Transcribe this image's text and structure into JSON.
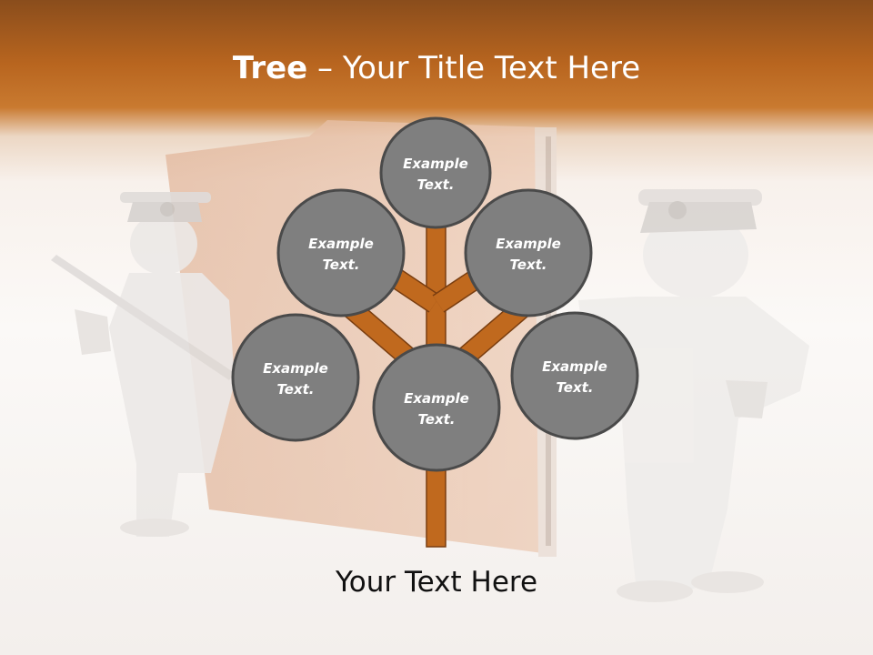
{
  "title": {
    "bold": "Tree",
    "dash": "–",
    "rest": "Your Title Text Here"
  },
  "nodes": [
    {
      "id": "top",
      "line1": "Example",
      "line2": "Text."
    },
    {
      "id": "upper-left",
      "line1": "Example",
      "line2": "Text."
    },
    {
      "id": "upper-right",
      "line1": "Example",
      "line2": "Text."
    },
    {
      "id": "lower-left",
      "line1": "Example",
      "line2": "Text."
    },
    {
      "id": "center",
      "line1": "Example",
      "line2": "Text."
    },
    {
      "id": "lower-right",
      "line1": "Example",
      "line2": "Text."
    }
  ],
  "caption": "Your Text Here",
  "colors": {
    "header": "#b8651f",
    "circle_fill": "#7f7f7f",
    "circle_stroke": "#4a4a4a",
    "branch_fill": "#c0691e",
    "branch_stroke": "#7a3e10"
  }
}
